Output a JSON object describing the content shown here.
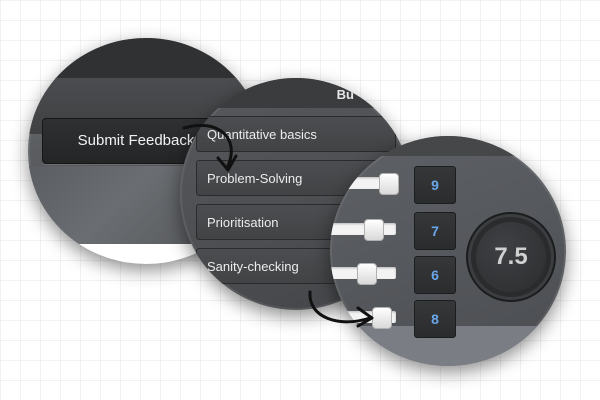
{
  "feedback": {
    "submit_label": "Submit Feedback"
  },
  "skills_panel": {
    "header": "Bu",
    "items": [
      {
        "label": "Quantitative basics"
      },
      {
        "label": "Problem-Solving"
      },
      {
        "label": "Prioritisation"
      },
      {
        "label": "Sanity-checking"
      }
    ]
  },
  "scores_panel": {
    "scores": [
      {
        "value": "9",
        "level": 0.9
      },
      {
        "value": "7",
        "level": 0.7
      },
      {
        "value": "6",
        "level": 0.6
      },
      {
        "value": "8",
        "level": 0.8
      }
    ],
    "average": "7.5"
  },
  "colors": {
    "score_text": "#6aa7e8",
    "panel_dark": "#2f3133"
  },
  "icons": [
    "curved-arrow-icon",
    "curved-arrow-icon"
  ]
}
